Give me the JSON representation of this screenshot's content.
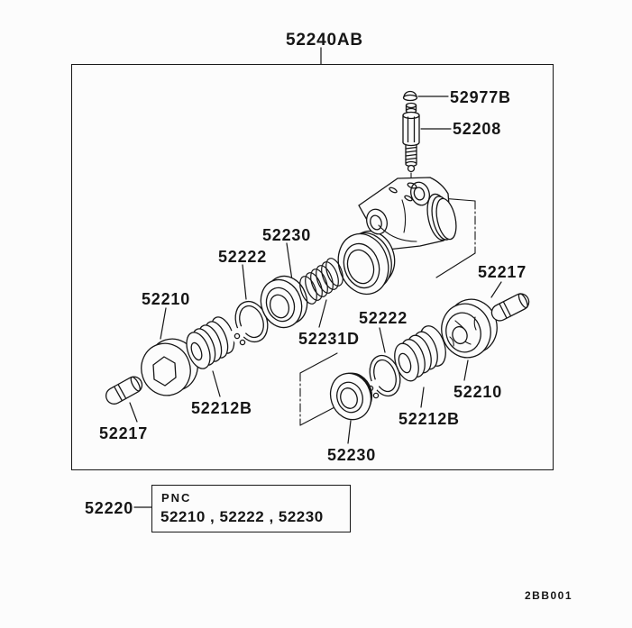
{
  "colors": {
    "background": "#fcfcfc",
    "ink": "#161616"
  },
  "assembly": {
    "label": "52240AB"
  },
  "callouts": {
    "bleeder_cap": "52977B",
    "bleeder_screw": "52208",
    "cup_seal_left": "52230",
    "snap_ring_left": "52222",
    "piston_washer_left": "52210",
    "spring": "52231D",
    "snap_ring_right": "52222",
    "pin_right": "52217",
    "cup_right": "52210",
    "piston_right": "52212B",
    "piston_left": "52212B",
    "cup_seal_bottom": "52230",
    "pin_left": "52217"
  },
  "pnc_box": {
    "group_label": "52220",
    "caption": "PNC",
    "parts": "52210 , 52222 , 52230"
  },
  "footer": {
    "drawing_code": "2BB001"
  }
}
